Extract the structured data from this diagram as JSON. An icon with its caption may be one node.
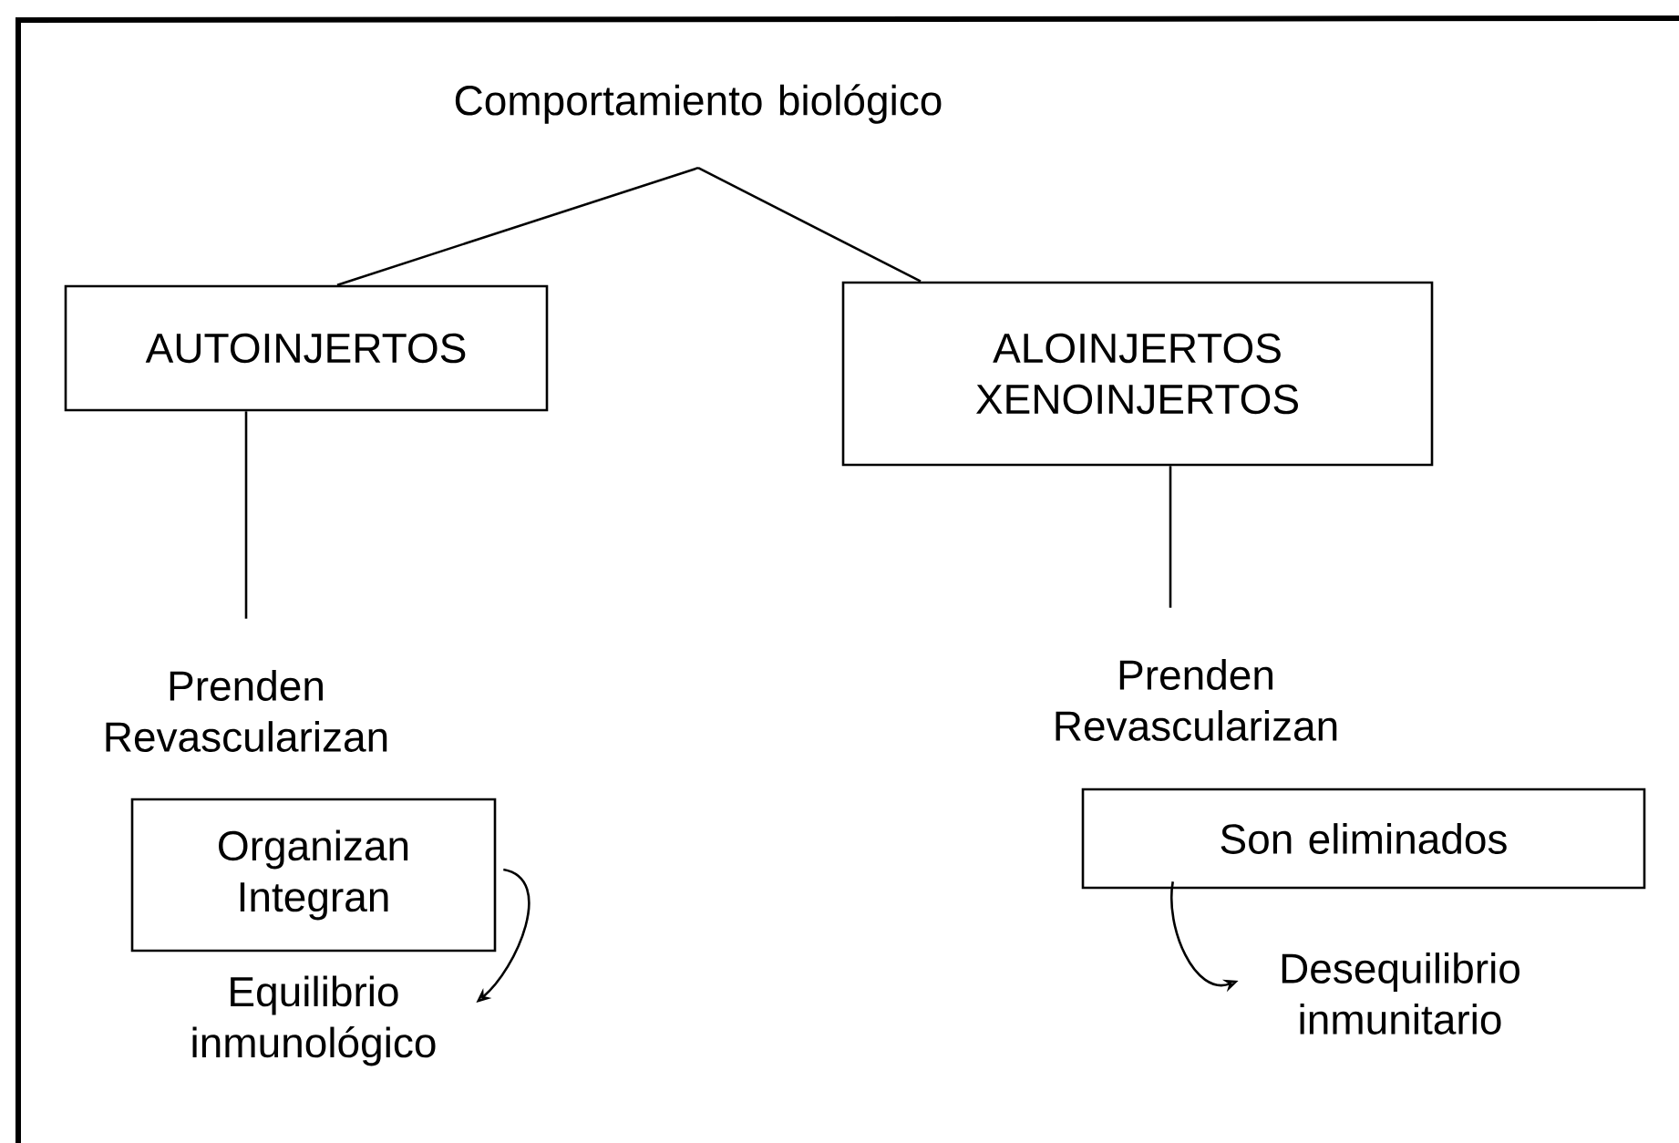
{
  "diagram": {
    "nodes": [
      {
        "text": [
          "Comportamiento biológico"
        ]
      },
      {
        "text": [
          "AUTOINJERTOS"
        ]
      },
      {
        "text": [
          "ALOINJERTOS XENOINJERTOS"
        ]
      },
      {
        "text": [
          "Prenden Revascularizan"
        ]
      },
      {
        "text": [
          "Prenden Revascularizan"
        ]
      },
      {
        "text": [
          "Organizan Integran"
        ]
      },
      {
        "text": [
          "Equilibrio inmunológico"
        ]
      },
      {
        "text": [
          "Son eliminados"
        ]
      },
      {
        "text": [
          "Desequilibrio inmunitario"
        ]
      }
    ],
    "edges": [
      {
        "from": 0,
        "to": 1,
        "arrow": "none"
      },
      {
        "from": 0,
        "to": 2,
        "arrow": "none"
      },
      {
        "from": 1,
        "to": 3,
        "arrow": "none"
      },
      {
        "from": 2,
        "to": 4,
        "arrow": "none"
      },
      {
        "from": 5,
        "to": 6,
        "arrow": "to"
      },
      {
        "from": 7,
        "to": 8,
        "arrow": "to"
      }
    ]
  }
}
